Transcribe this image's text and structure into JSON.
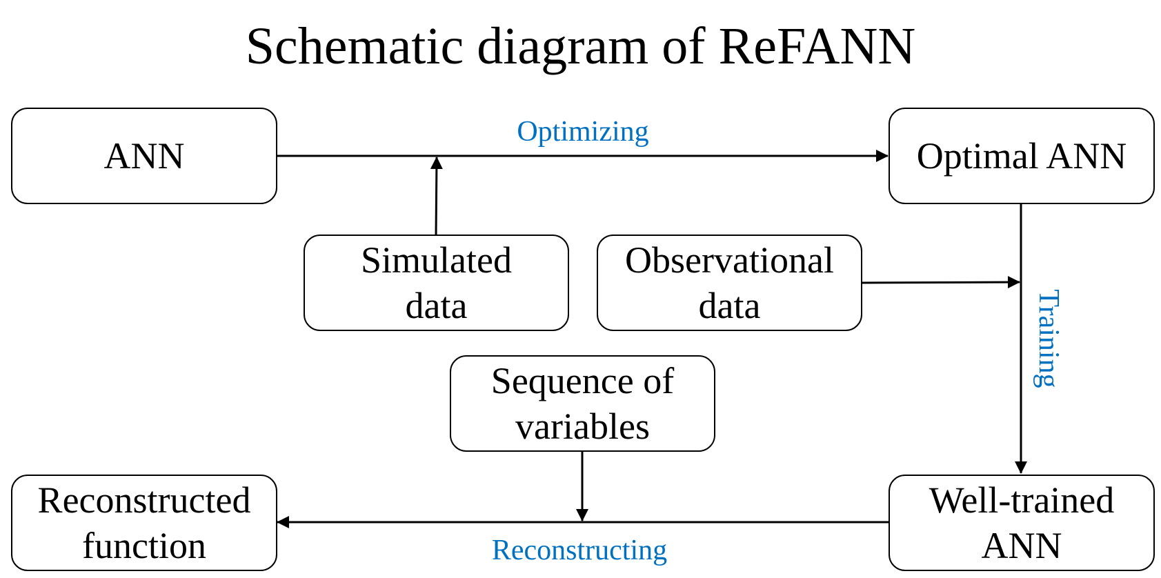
{
  "title": "Schematic diagram of ReFANN",
  "nodes": {
    "ann": {
      "lines": [
        "ANN"
      ]
    },
    "optimal_ann": {
      "lines": [
        "Optimal ANN"
      ]
    },
    "simulated_data": {
      "lines": [
        "Simulated",
        "data"
      ]
    },
    "observational_data": {
      "lines": [
        "Observational",
        "data"
      ]
    },
    "sequence_of_variables": {
      "lines": [
        "Sequence of",
        "variables"
      ]
    },
    "reconstructed_function": {
      "lines": [
        "Reconstructed",
        "function"
      ]
    },
    "well_trained_ann": {
      "lines": [
        "Well-trained",
        "ANN"
      ]
    }
  },
  "edges": {
    "optimizing": "Optimizing",
    "training": "Training",
    "reconstructing": "Reconstructing"
  },
  "colors": {
    "edge_label": "#0070C0",
    "stroke": "#000000",
    "text": "#000000"
  }
}
